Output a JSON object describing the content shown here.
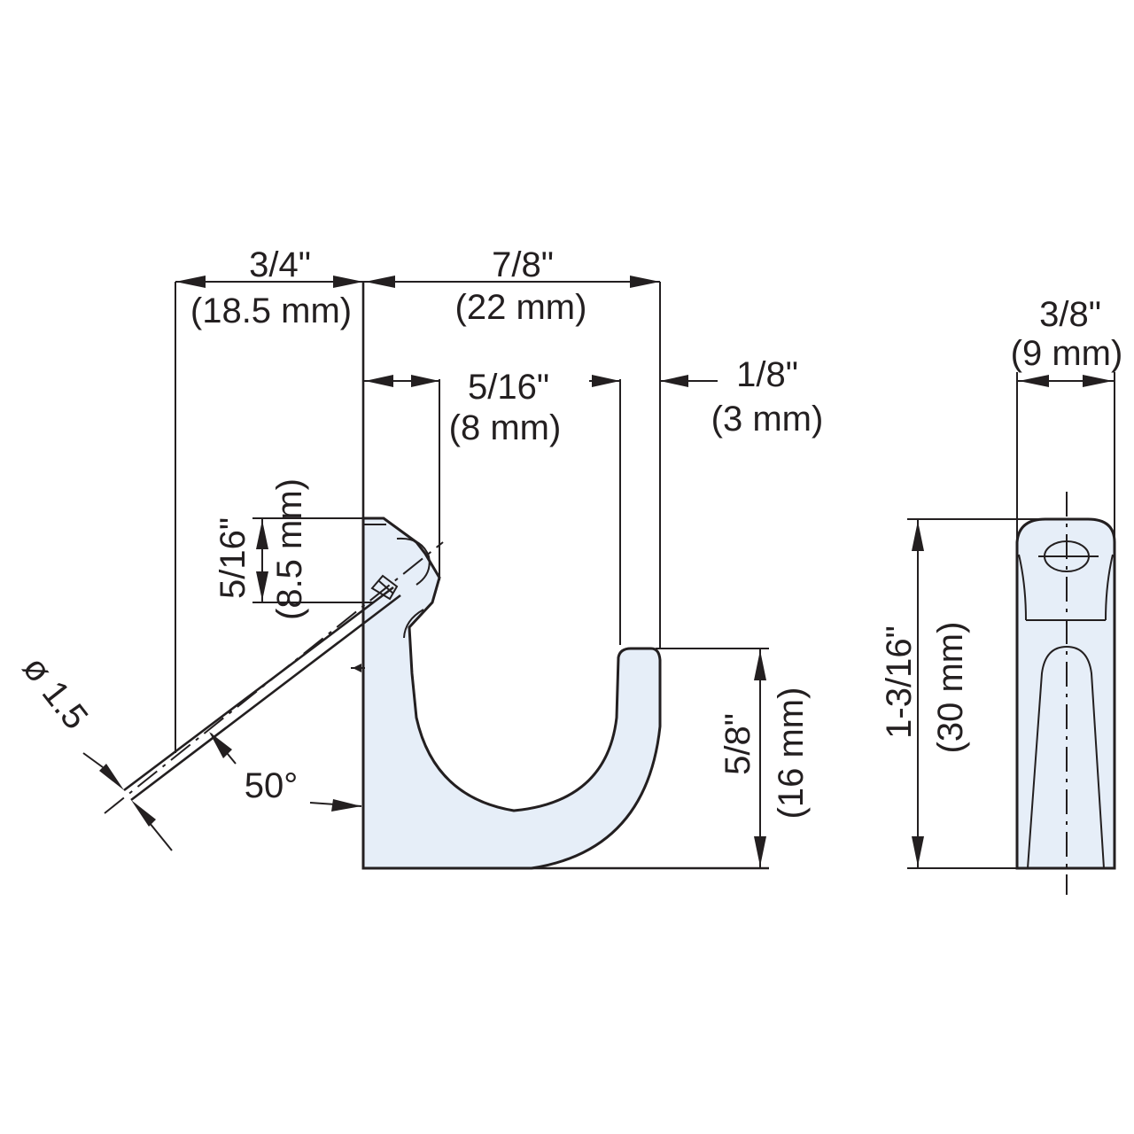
{
  "colors": {
    "part_fill": "#e6eef8",
    "line": "#231f20",
    "background": "#ffffff"
  },
  "dimensions": {
    "overall_depth": {
      "inch": "3/4\"",
      "mm": "(18.5 mm)"
    },
    "hook_width": {
      "inch": "7/8\"",
      "mm": "(22 mm)"
    },
    "throat_offset": {
      "inch": "5/16\"",
      "mm": "(8 mm)"
    },
    "tip_thickness": {
      "inch": "1/8\"",
      "mm": "(3 mm)"
    },
    "hole_height": {
      "inch": "5/16\"",
      "mm": "(8.5 mm)"
    },
    "tip_height": {
      "inch": "5/8\"",
      "mm": "(16 mm)"
    },
    "side_width": {
      "inch": "3/8\"",
      "mm": "(9 mm)"
    },
    "side_height": {
      "inch": "1-3/16\"",
      "mm": "(30 mm)"
    },
    "pin_diameter": "ø 1.5",
    "pin_angle": "50°"
  }
}
